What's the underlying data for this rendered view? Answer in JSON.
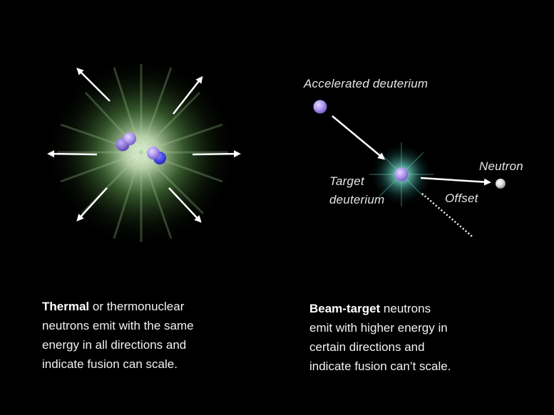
{
  "thermal_panel": {
    "caption_bold": "Thermal",
    "caption_lines": [
      " or thermonuclear",
      "neutrons emit with the same",
      "energy in all directions and",
      "indicate fusion can scale."
    ],
    "glow_color": "#6fae5e",
    "particle_color": "#b9a3f0",
    "particle_dark_color": "#4a4ae0",
    "arrow_count": 8
  },
  "beam_panel": {
    "label_accelerated": "Accelerated deuterium",
    "label_target_line1": "Target",
    "label_target_line2": "deuterium",
    "label_neutron": "Neutron",
    "label_offset": "Offset",
    "caption_bold": "Beam-target",
    "caption_lines": [
      " neutrons",
      "emit with higher energy in",
      "certain directions and",
      "indicate fusion can’t scale."
    ],
    "glow_color": "#3fa59a",
    "particle_color": "#b9a3f0",
    "neutron_color": "#e6e6e6"
  }
}
